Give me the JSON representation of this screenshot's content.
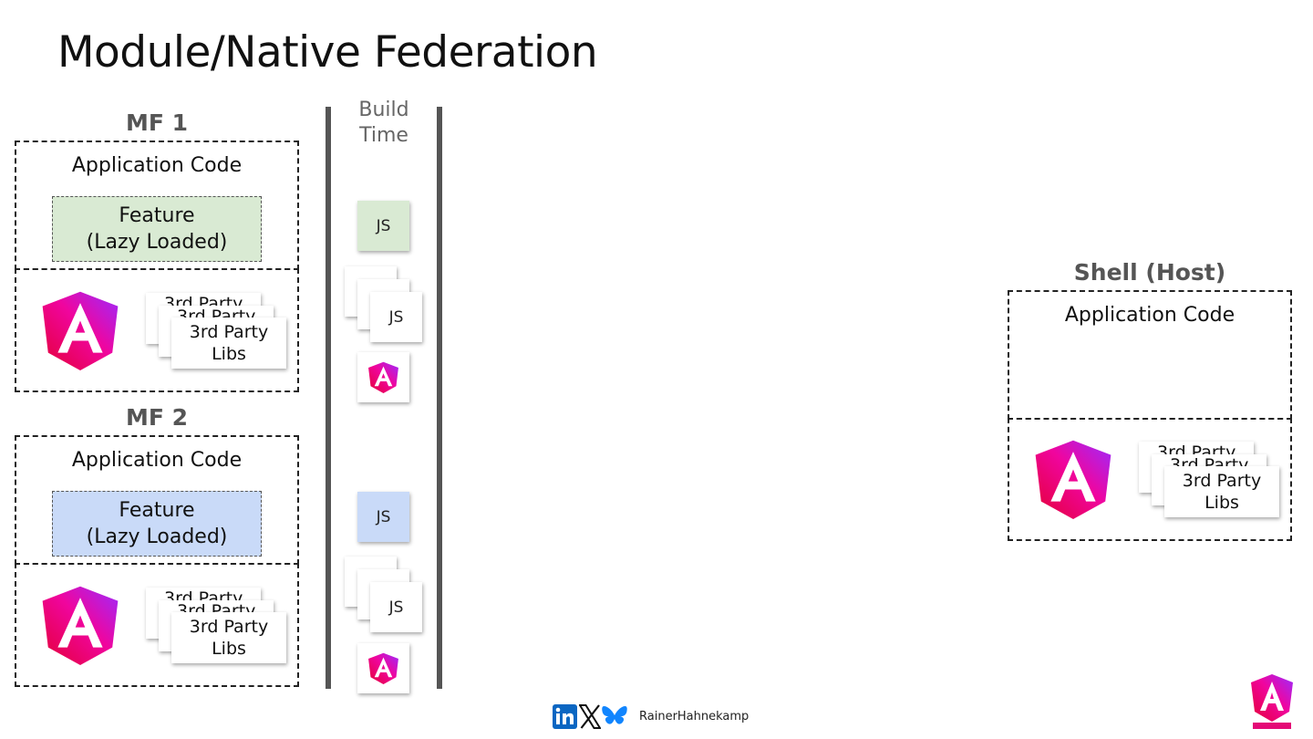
{
  "title": "Module/Native Federation",
  "build_time": "Build\nTime",
  "mf1": {
    "label": "MF 1",
    "app_code": "Application Code",
    "feature": "Feature\n(Lazy Loaded)",
    "feature_color": "#d9ead3",
    "libs_back": "3rd Party",
    "libs_front": "3rd Party\nLibs"
  },
  "mf2": {
    "label": "MF 2",
    "app_code": "Application Code",
    "feature": "Feature\n(Lazy Loaded)",
    "feature_color": "#c9daf8",
    "libs_back": "3rd Party",
    "libs_front": "3rd Party\nLibs"
  },
  "shell": {
    "label": "Shell (Host)",
    "app_code": "Application Code",
    "libs_back": "3rd Party",
    "libs_front": "3rd Party\nLibs"
  },
  "bundles": {
    "js": "JS",
    "green": "#d9ead3",
    "blue": "#c9daf8"
  },
  "footer": {
    "author": "RainerHahnekamp",
    "icons": [
      "linkedin-icon",
      "x-icon",
      "bluesky-icon"
    ]
  },
  "colors": {
    "angular_pink": "#e40a76",
    "angular_purple": "#a033ff",
    "linkedin": "#0a66c2",
    "bluesky": "#1185fe"
  }
}
